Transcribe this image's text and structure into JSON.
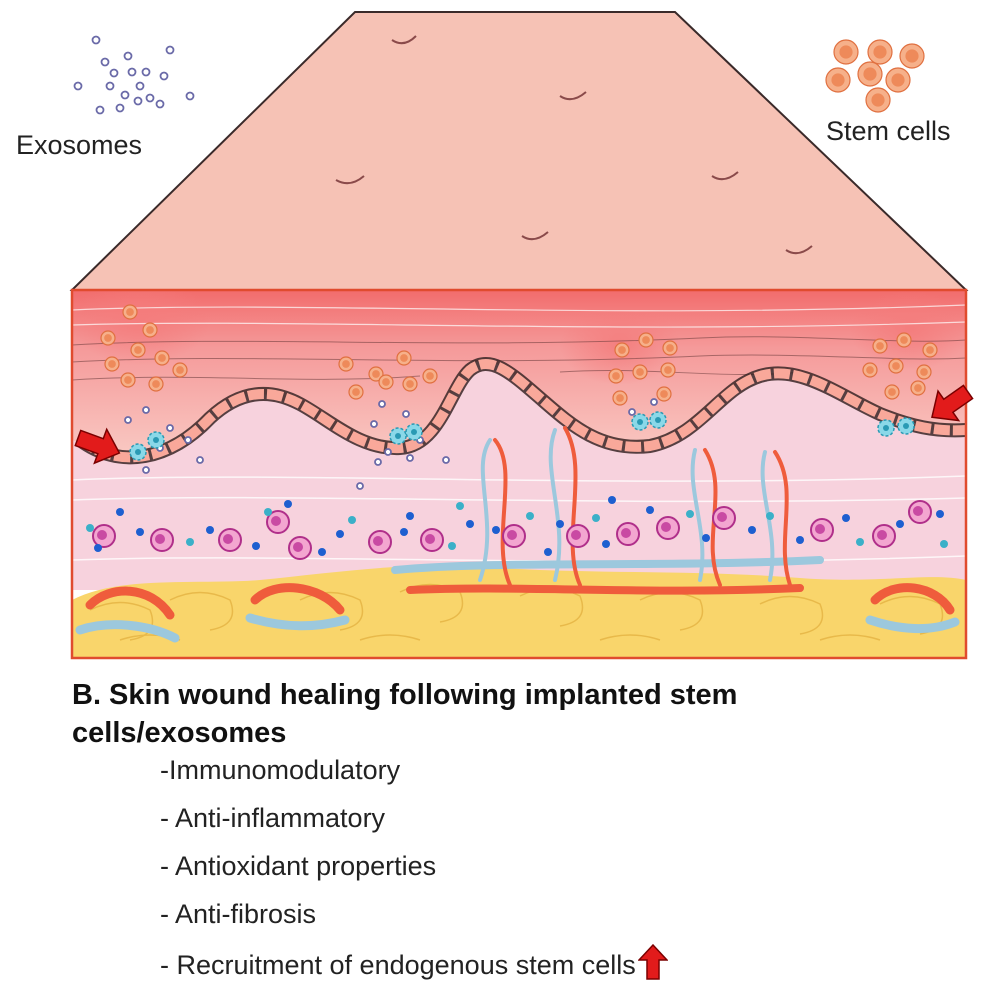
{
  "legend": {
    "exosomes_label": "Exosomes",
    "stem_cells_label": "Stem cells"
  },
  "caption": {
    "line1": "B. Skin wound healing following implanted stem",
    "line2": "cells/exosomes"
  },
  "effects": [
    "-Immunomodulatory",
    "- Anti-inflammatory",
    "- Antioxidant properties",
    "- Anti-fibrosis",
    "- Recruitment of endogenous stem cells"
  ],
  "colors": {
    "skin_surface": "#f6c2b5",
    "epidermis": "#f18a8a",
    "dermis": "#f7d2dd",
    "fat": "#f9d56b",
    "stem_cell": "#ee8a5a",
    "exosome": "#6a6aa8",
    "arrow": "#e21b1b",
    "vessel_red": "#ef5c3c",
    "vessel_blue": "#9cc8dd"
  },
  "icons": [
    "exosome-icon",
    "stem-cell-icon",
    "red-arrow-icon",
    "up-arrow-icon"
  ]
}
